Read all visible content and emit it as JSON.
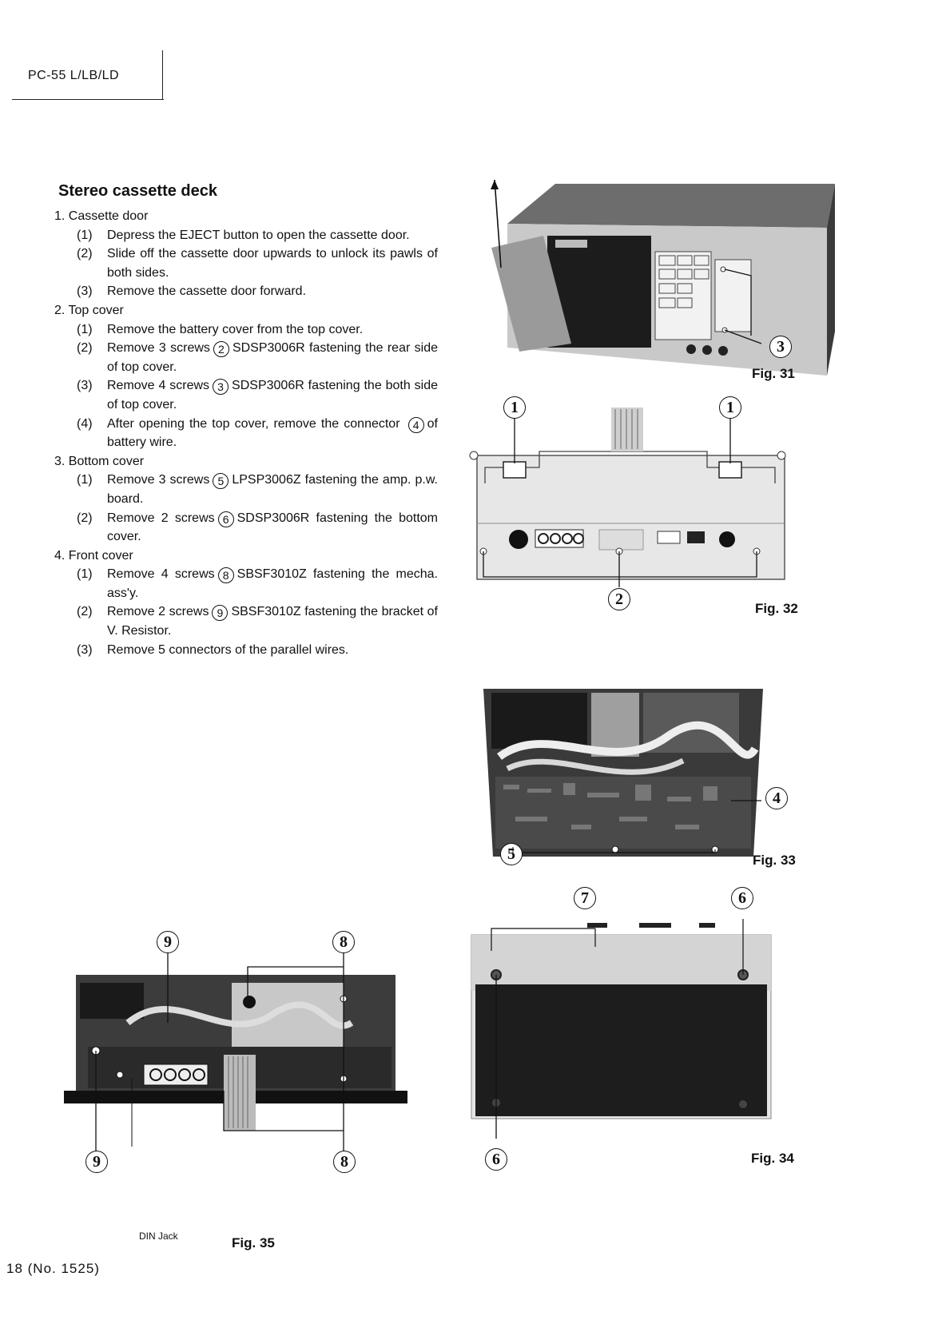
{
  "header": {
    "model": "PC-55 L/LB/LD"
  },
  "section_title": "Stereo cassette deck",
  "steps": [
    {
      "num": "1.",
      "title": "Cassette door",
      "subs": [
        {
          "num": "(1)",
          "pre": "Depress the EJECT button to open the cassette door."
        },
        {
          "num": "(2)",
          "pre": "Slide off the cassette door upwards to unlock its pawls of both sides."
        },
        {
          "num": "(3)",
          "pre": "Remove the cassette door forward."
        }
      ]
    },
    {
      "num": "2.",
      "title": "Top cover",
      "subs": [
        {
          "num": "(1)",
          "pre": "Remove the battery cover from the top cover."
        },
        {
          "num": "(2)",
          "pre": "Remove 3 screws",
          "mark": "2",
          "post": "SDSP3006R fastening the rear side of top cover."
        },
        {
          "num": "(3)",
          "pre": "Remove 4 screws",
          "mark": "3",
          "post": "SDSP3006R fastening the both side of top cover."
        },
        {
          "num": "(4)",
          "pre": "After opening the top cover, remove the connector",
          "mark": "4",
          "post": "of battery wire."
        }
      ]
    },
    {
      "num": "3.",
      "title": "Bottom cover",
      "subs": [
        {
          "num": "(1)",
          "pre": "Remove 3 screws",
          "mark": "5",
          "post": "LPSP3006Z fastening the amp. p.w. board."
        },
        {
          "num": "(2)",
          "pre": "Remove 2 screws",
          "mark": "6",
          "post": "SDSP3006R fastening the bottom cover."
        }
      ]
    },
    {
      "num": "4.",
      "title": "Front cover",
      "subs": [
        {
          "num": "(1)",
          "pre": "Remove 4 screws",
          "mark": "8",
          "post": "SBSF3010Z fastening the mecha. ass'y."
        },
        {
          "num": "(2)",
          "pre": "Remove 2 screws",
          "mark": "9",
          "post": "SBSF3010Z fastening the bracket of V. Resistor."
        },
        {
          "num": "(3)",
          "pre": "Remove 5 connectors of the parallel wires."
        }
      ]
    }
  ],
  "figures": {
    "fig31": {
      "caption": "Fig. 31",
      "callouts": [
        "3"
      ]
    },
    "fig32": {
      "caption": "Fig. 32",
      "callouts": [
        "1",
        "1",
        "2"
      ]
    },
    "fig33": {
      "caption": "Fig. 33",
      "callouts": [
        "4",
        "5"
      ]
    },
    "fig34": {
      "caption": "Fig. 34",
      "callouts": [
        "7",
        "6",
        "6"
      ]
    },
    "fig35": {
      "caption": "Fig. 35",
      "callouts": [
        "9",
        "8",
        "9",
        "8"
      ],
      "label": "DIN Jack"
    }
  },
  "footer": {
    "page": "18 (No. 1525)"
  }
}
